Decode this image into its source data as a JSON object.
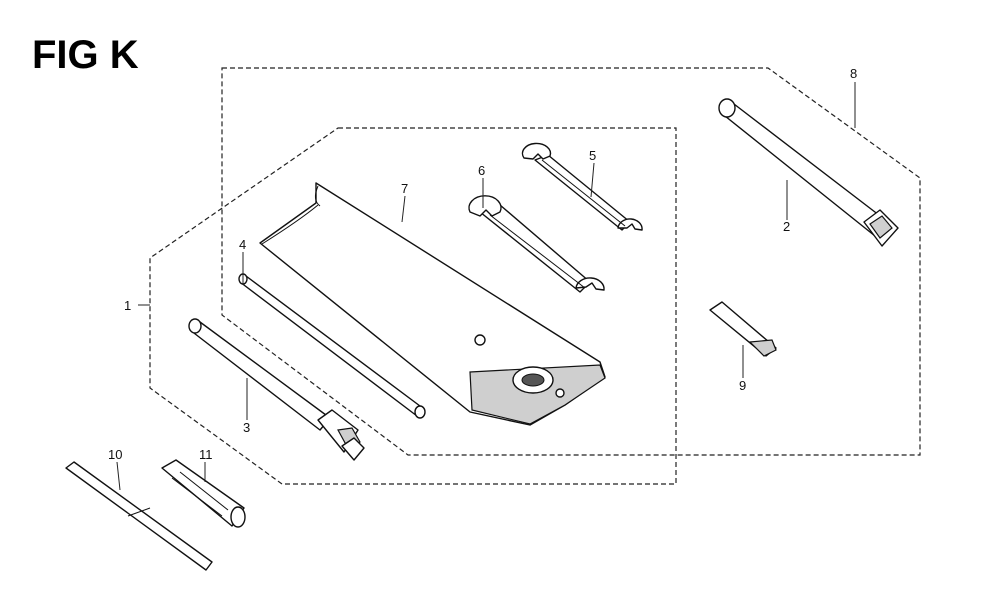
{
  "figure": {
    "title": "FIG K"
  },
  "callouts": [
    {
      "id": "1",
      "label": "1"
    },
    {
      "id": "2",
      "label": "2"
    },
    {
      "id": "3",
      "label": "3"
    },
    {
      "id": "4",
      "label": "4"
    },
    {
      "id": "5",
      "label": "5"
    },
    {
      "id": "6",
      "label": "6"
    },
    {
      "id": "7",
      "label": "7"
    },
    {
      "id": "8",
      "label": "8"
    },
    {
      "id": "9",
      "label": "9"
    },
    {
      "id": "10",
      "label": "10"
    },
    {
      "id": "11",
      "label": "11"
    }
  ]
}
